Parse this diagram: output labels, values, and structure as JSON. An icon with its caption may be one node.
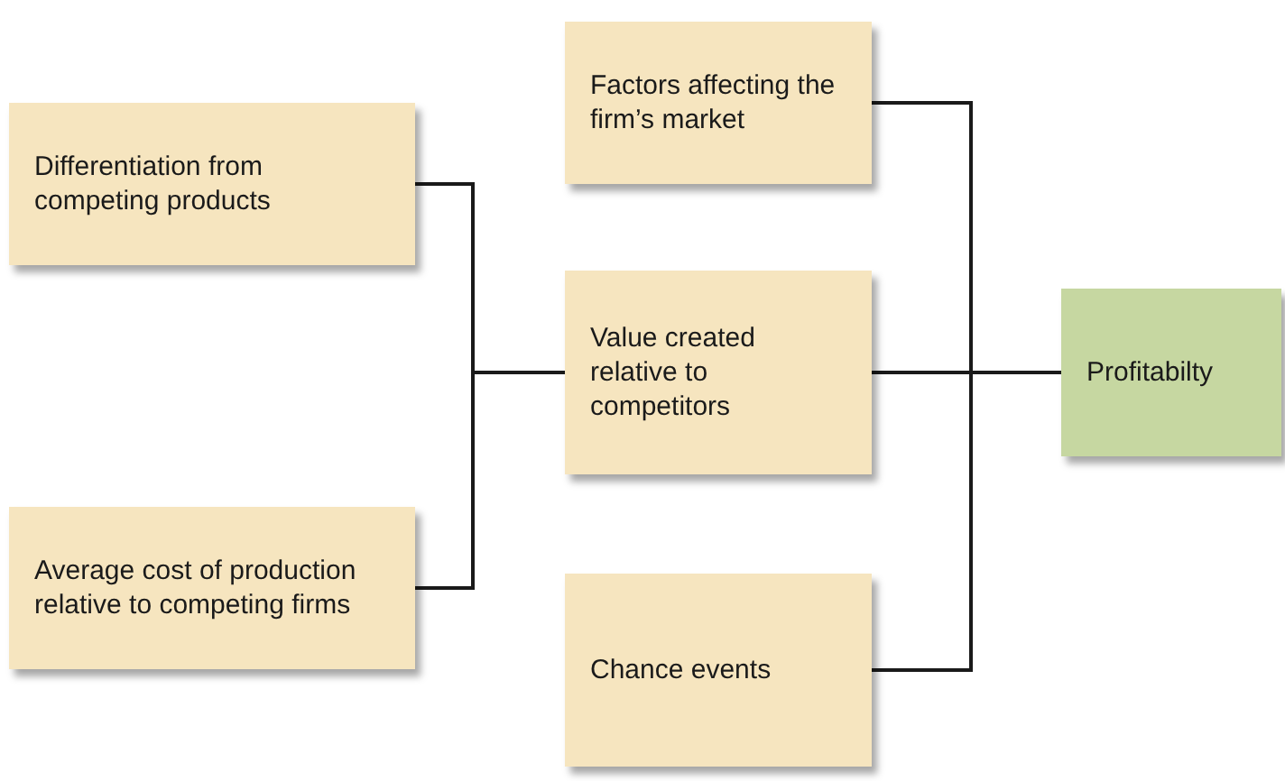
{
  "diagram": {
    "nodes": [
      {
        "text": [
          "Differentiation from competing products"
        ]
      },
      {
        "text": [
          "Average cost of production relative to competing firms"
        ]
      },
      {
        "text": [
          "Factors affecting the firm’s market"
        ]
      },
      {
        "text": [
          "Value created relative to competitors"
        ]
      },
      {
        "text": [
          "Chance events"
        ]
      },
      {
        "text": [
          "Profitabilty"
        ]
      }
    ],
    "edges": [
      {
        "from": 0,
        "to": 3,
        "arrow": "none"
      },
      {
        "from": 1,
        "to": 3,
        "arrow": "none"
      },
      {
        "from": 2,
        "to": 5,
        "arrow": "none"
      },
      {
        "from": 3,
        "to": 5,
        "arrow": "none"
      },
      {
        "from": 4,
        "to": 5,
        "arrow": "none"
      }
    ]
  }
}
